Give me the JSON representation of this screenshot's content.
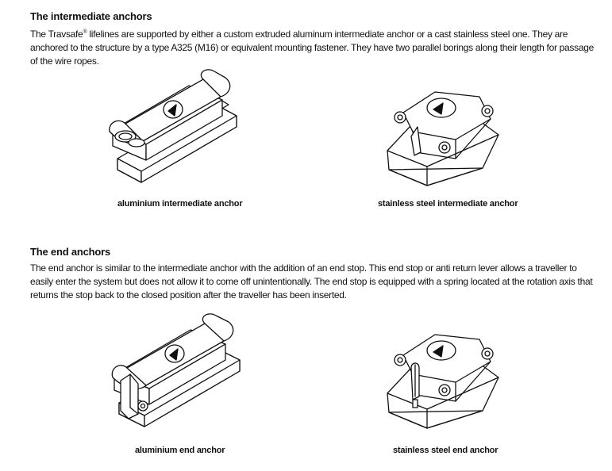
{
  "section_intermediate": {
    "title": "The intermediate anchors",
    "text_pre": "The Travsafe",
    "text_reg": "®",
    "text_post": " lifelines are supported by either a custom extruded aluminum intermediate anchor or a cast stainless steel one. They are anchored to the structure by a type A325 (M16) or equivalent mounting fastener. They have two parallel borings along their length for passage of the wire ropes.",
    "figures": [
      {
        "caption": "aluminium intermediate anchor"
      },
      {
        "caption": "stainless steel intermediate anchor"
      }
    ]
  },
  "section_end": {
    "title": "The end anchors",
    "text": "The end anchor is similar to the intermediate anchor with the addition of an end stop. This end stop or anti return lever allows a traveller to easily enter the system but does not allow it to come off unintentionally. The end stop is equipped with a spring located at the rotation axis that returns the stop back to the closed position after the traveller has been inserted.",
    "figures": [
      {
        "caption": "aluminium end anchor"
      },
      {
        "caption": "stainless steel end anchor"
      }
    ]
  }
}
